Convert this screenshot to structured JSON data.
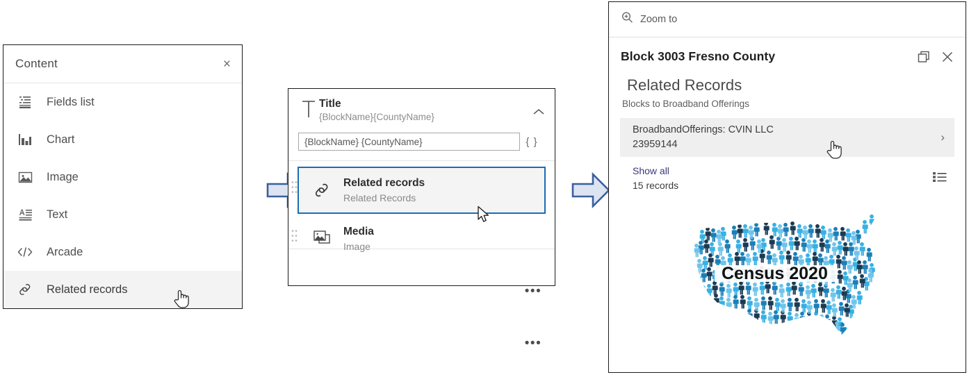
{
  "content_panel": {
    "title": "Content",
    "close_label": "×",
    "items": [
      {
        "label": "Fields list",
        "icon": "fields-list-icon",
        "selected": false
      },
      {
        "label": "Chart",
        "icon": "chart-icon",
        "selected": false
      },
      {
        "label": "Image",
        "icon": "image-icon",
        "selected": false
      },
      {
        "label": "Text",
        "icon": "text-icon",
        "selected": false
      },
      {
        "label": "Arcade",
        "icon": "arcade-code-icon",
        "selected": false
      },
      {
        "label": "Related records",
        "icon": "link-chain-icon",
        "selected": true
      }
    ]
  },
  "mid_panel": {
    "title_element": {
      "name": "Title",
      "expression": "{BlockName}{CountyName}",
      "icon": "text-T-icon",
      "collapse_icon": "chevron-up-icon"
    },
    "title_input": {
      "value": "{BlockName} {CountyName}",
      "placeholder": "{BlockName} {CountyName}",
      "braces_label": "{ }"
    },
    "elements": [
      {
        "name": "Related records",
        "type": "Related Records",
        "icon": "link-chain-icon",
        "menu_label": "•••",
        "selected": true
      },
      {
        "name": "Media",
        "type": "Image",
        "icon": "media-image-icon",
        "menu_label": "•••",
        "selected": false
      }
    ]
  },
  "right_panel": {
    "zoom_to": {
      "label": "Zoom to",
      "icon": "zoom-in-magnifier-icon"
    },
    "popup_title": "Block 3003  Fresno County",
    "dock_icon": "dock-windows-icon",
    "close_icon": "close-x-icon",
    "related_records": {
      "heading": "Related Records",
      "subheading": "Blocks to Broadband Offerings",
      "items": [
        {
          "line1": "BroadbandOfferings: CVIN LLC",
          "line2": "23959144",
          "chevron": "›"
        }
      ],
      "show_all_label": "Show all",
      "record_count_label": "15 records",
      "list_icon": "bullet-list-icon"
    },
    "media": {
      "alt": "Census 2020 United States map made of people icons",
      "caption_text": "Census 2020"
    }
  },
  "arrows": [
    {
      "name": "flow-arrow-1"
    },
    {
      "name": "flow-arrow-2"
    }
  ],
  "colors": {
    "accent_blue": "#1a6cb5",
    "arrow_fill": "#dce4f2",
    "arrow_stroke": "#3a5f9e",
    "selected_row_bg": "#f3f3f3",
    "panel_border": "#1a1a1a",
    "link_blue": "#3a3a7a"
  }
}
